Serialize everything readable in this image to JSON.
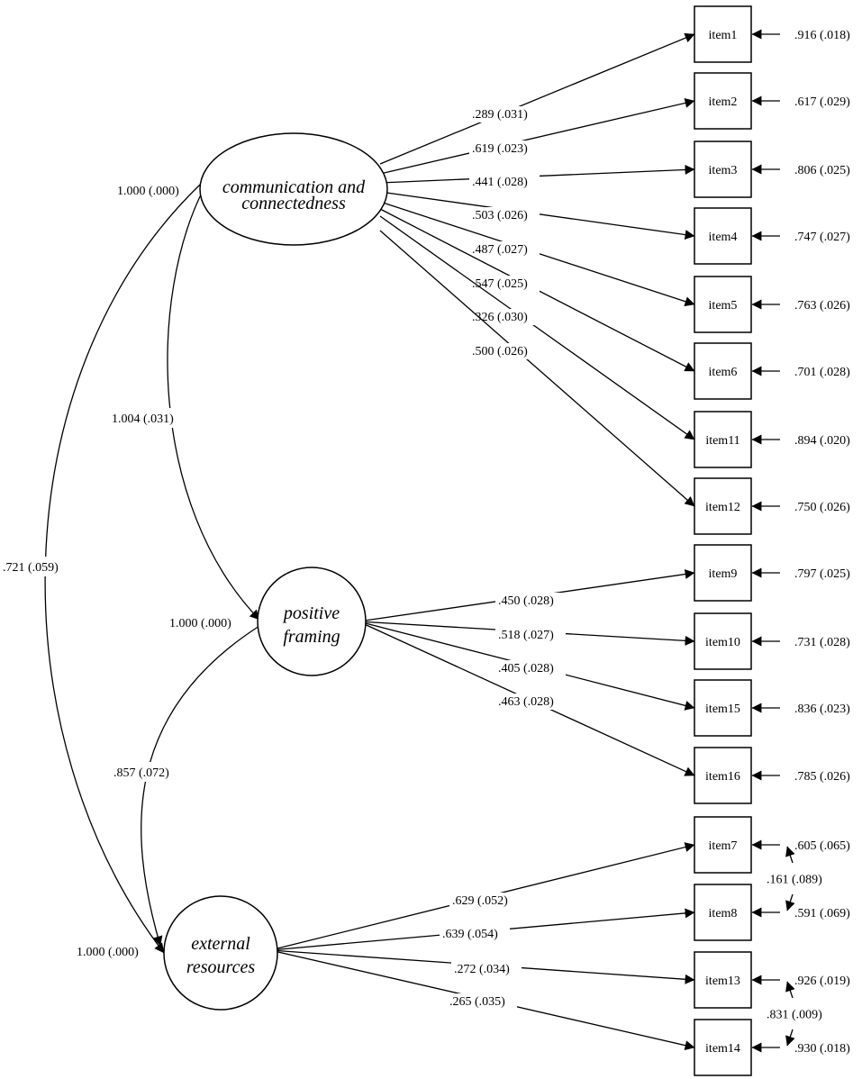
{
  "factors": {
    "communication": {
      "lines": [
        "communication and",
        "connectedness"
      ],
      "variance": "1.000 (.000)"
    },
    "positive": {
      "lines": [
        "positive",
        "framing"
      ],
      "variance": "1.000 (.000)"
    },
    "external": {
      "lines": [
        "external",
        "resources"
      ],
      "variance": "1.000 (.000)"
    }
  },
  "covariances": {
    "comm_positive": "1.004 (.031)",
    "comm_external": ".721 (.059)",
    "positive_external": ".857 (.072)"
  },
  "items": [
    {
      "name": "item1",
      "loading": ".289 (.031)",
      "residual": ".916 (.018)"
    },
    {
      "name": "item2",
      "loading": ".619 (.023)",
      "residual": ".617 (.029)"
    },
    {
      "name": "item3",
      "loading": ".441 (.028)",
      "residual": ".806 (.025)"
    },
    {
      "name": "item4",
      "loading": ".503 (.026)",
      "residual": ".747 (.027)"
    },
    {
      "name": "item5",
      "loading": ".487 (.027)",
      "residual": ".763 (.026)"
    },
    {
      "name": "item6",
      "loading": ".547 (.025)",
      "residual": ".701 (.028)"
    },
    {
      "name": "item11",
      "loading": ".326 (.030)",
      "residual": ".894 (.020)"
    },
    {
      "name": "item12",
      "loading": ".500 (.026)",
      "residual": ".750 (.026)"
    },
    {
      "name": "item9",
      "loading": ".450 (.028)",
      "residual": ".797 (.025)"
    },
    {
      "name": "item10",
      "loading": ".518 (.027)",
      "residual": ".731 (.028)"
    },
    {
      "name": "item15",
      "loading": ".405 (.028)",
      "residual": ".836 (.023)"
    },
    {
      "name": "item16",
      "loading": ".463 (.028)",
      "residual": ".785 (.026)"
    },
    {
      "name": "item7",
      "loading": ".629 (.052)",
      "residual": ".605 (.065)"
    },
    {
      "name": "item8",
      "loading": ".639 (.054)",
      "residual": ".591 (.069)"
    },
    {
      "name": "item13",
      "loading": ".272 (.034)",
      "residual": ".926 (.019)"
    },
    {
      "name": "item14",
      "loading": ".265 (.035)",
      "residual": ".930 (.018)"
    }
  ],
  "residual_covariances": {
    "item7_item8": ".161 (.089)",
    "item13_item14": ".831 (.009)"
  }
}
